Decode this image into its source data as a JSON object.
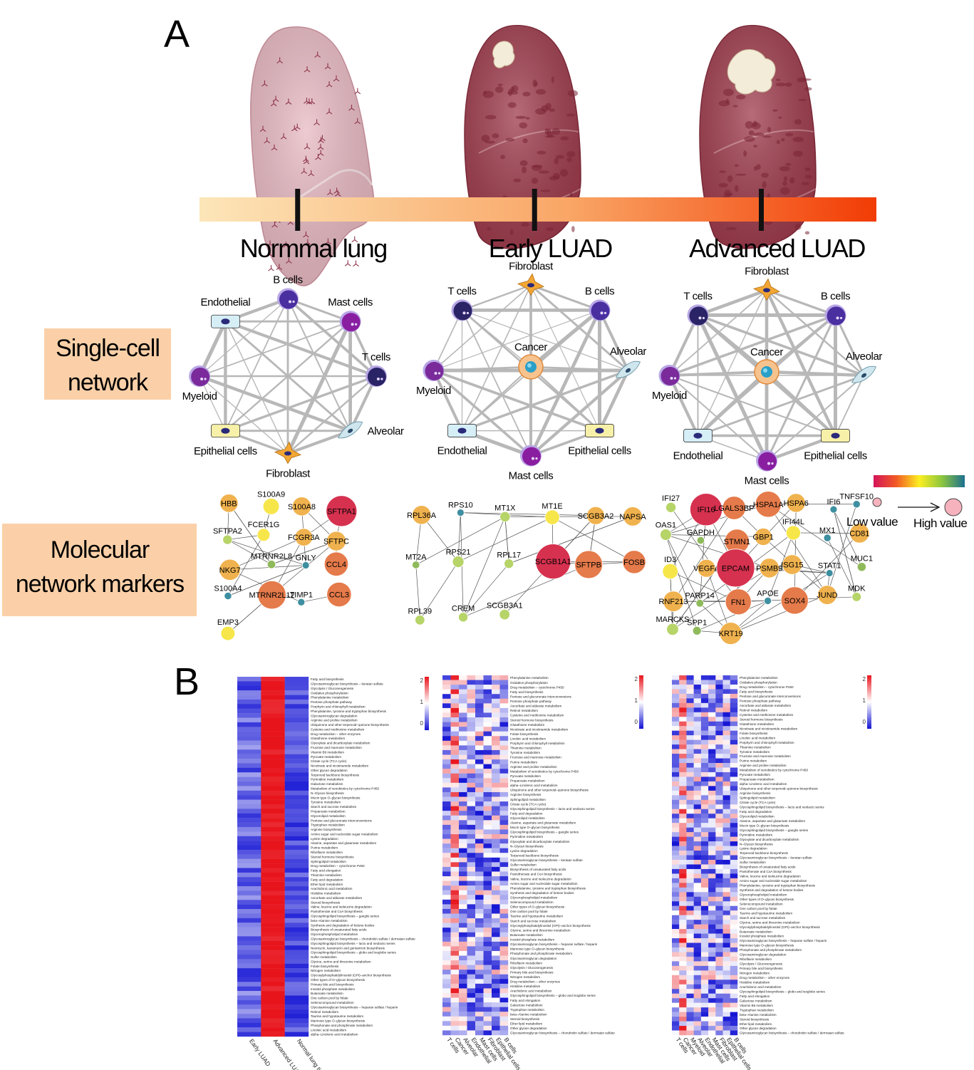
{
  "panel_a": {
    "letter": "A"
  },
  "panel_b": {
    "letter": "B"
  },
  "stages": [
    {
      "label": "Normmal lung",
      "tick": 0.145
    },
    {
      "label": "Early LUAD",
      "tick": 0.495
    },
    {
      "label": "Advanced LUAD",
      "tick": 0.83
    }
  ],
  "sections": {
    "single_cell": [
      "Single-cell",
      "network"
    ],
    "molecular": [
      "Molecular",
      "network markers"
    ]
  },
  "colors": {
    "gradient_start": "#fce6b9",
    "gradient_end": "#f23c05",
    "lung_normal": "#e8b9c2",
    "lung_tumor": "#9e3a4b",
    "box": "#fbd0a8",
    "edge": "#b8b8b8"
  },
  "networks": [
    {
      "nodes": [
        {
          "label": "B cells",
          "type": "round",
          "fill": "#4a2fa0",
          "anchor": "above"
        },
        {
          "label": "Mast cells",
          "type": "round",
          "fill": "#8a1ea0",
          "anchor": "above"
        },
        {
          "label": "T cells",
          "type": "round",
          "fill": "#2a2466",
          "anchor": "above"
        },
        {
          "label": "Alveolar",
          "type": "alveolar",
          "fill": "#cfe6ee",
          "anchor": "right"
        },
        {
          "label": "Fibroblast",
          "type": "star",
          "fill": "#f2a634",
          "anchor": "below"
        },
        {
          "label": "Epithelial cells",
          "type": "rect",
          "fill": "#f7f0a8",
          "anchor": "below"
        },
        {
          "label": "Myeloid",
          "type": "round",
          "fill": "#7a2a9a",
          "anchor": "below"
        },
        {
          "label": "Endothelial",
          "type": "rect",
          "fill": "#d6eef6",
          "anchor": "above"
        }
      ]
    },
    {
      "nodes": [
        {
          "label": "Fibroblast",
          "type": "star",
          "fill": "#f2a634",
          "anchor": "above"
        },
        {
          "label": "B cells",
          "type": "round",
          "fill": "#4a2fa0",
          "anchor": "above"
        },
        {
          "label": "Alveolar",
          "type": "alveolar",
          "fill": "#cfe6ee",
          "anchor": "above"
        },
        {
          "label": "Epithelial cells",
          "type": "rect",
          "fill": "#f7f0a8",
          "anchor": "below"
        },
        {
          "label": "Mast cells",
          "type": "round",
          "fill": "#8a1ea0",
          "anchor": "below"
        },
        {
          "label": "Endothelial",
          "type": "rect",
          "fill": "#d6eef6",
          "anchor": "below"
        },
        {
          "label": "Myeloid",
          "type": "round",
          "fill": "#7a2a9a",
          "anchor": "below"
        },
        {
          "label": "T cells",
          "type": "round",
          "fill": "#2a2466",
          "anchor": "above"
        },
        {
          "label": "Cancer",
          "type": "cancer",
          "fill": "#f2b36b",
          "anchor": "above",
          "center": true
        }
      ]
    },
    {
      "nodes": [
        {
          "label": "Fibroblast",
          "type": "star",
          "fill": "#f2a634",
          "anchor": "above"
        },
        {
          "label": "B cells",
          "type": "round",
          "fill": "#4a2fa0",
          "anchor": "above"
        },
        {
          "label": "Alveolar",
          "type": "alveolar",
          "fill": "#cfe6ee",
          "anchor": "above"
        },
        {
          "label": "Epithelial cells",
          "type": "rect",
          "fill": "#f7f0a8",
          "anchor": "below"
        },
        {
          "label": "Mast cells",
          "type": "round",
          "fill": "#8a1ea0",
          "anchor": "below"
        },
        {
          "label": "Endothelial",
          "type": "rect",
          "fill": "#d6eef6",
          "anchor": "below"
        },
        {
          "label": "Myeloid",
          "type": "round",
          "fill": "#7a2a9a",
          "anchor": "below"
        },
        {
          "label": "T cells",
          "type": "round",
          "fill": "#2a2466",
          "anchor": "above"
        },
        {
          "label": "Cancer",
          "type": "cancer",
          "fill": "#f2b36b",
          "anchor": "above",
          "center": true
        }
      ]
    }
  ],
  "markers": [
    [
      "HBB",
      "S100A9",
      "S100A8",
      "SFTPA1",
      "SFTPA2",
      "FCER1G",
      "FCGR3A",
      "SFTPC",
      "NKG7",
      "MTRNR2L8",
      "GNLY",
      "CCL4",
      "S100A4",
      "MTRNR2L12",
      "TIMP1",
      "CCL3",
      "EMP3"
    ],
    [
      "RPL36A",
      "RPS10",
      "MT1X",
      "MT1E",
      "SCGB3A2",
      "NAPSA",
      "MT2A",
      "RPS21",
      "RPL17",
      "SCGB1A1",
      "SFTPB",
      "FOSB",
      "RPL39",
      "CREM",
      "SCGB3A1"
    ],
    [
      "IFI27",
      "IFI16",
      "LGALS3BP",
      "HSPA1A",
      "HSPA6",
      "IFI6",
      "TNFSF10",
      "OAS1",
      "GAPDH",
      "STMN1",
      "GBP1",
      "IFI44L",
      "MX1",
      "CD81",
      "ID3",
      "VEGFA",
      "EPCAM",
      "PSMB9",
      "ISG15",
      "STAT1",
      "MUC1",
      "RNF213",
      "PARP14",
      "FN1",
      "APOE",
      "SOX4",
      "JUND",
      "MDK",
      "MARCKS",
      "SPP1",
      "KRT19"
    ]
  ],
  "legend": {
    "low": "Low value",
    "high": "High value"
  },
  "heatmaps": [
    {
      "columns": [
        "Early LUAD",
        "Advanced LUAD",
        "Normal lung tissue"
      ],
      "scale_ticks": [
        "2",
        "1",
        "0"
      ],
      "rows": [
        "Fatty acid biosynthesis",
        "Glycosaminoglycan biosynthesis – keratan sulfate",
        "Glycolysis / Gluconeogenesis",
        "Oxidative phosphorylation",
        "Phenylalanine metabolism",
        "Pentose phosphate pathway",
        "Porphyrin and chlorophyll metabolism",
        "Phenylalanine, tyrosine and tryptophan biosynthesis",
        "Glycosaminoglycan degradation",
        "Arginine and proline metabolism",
        "Ubiquinone and other terpenoid–quinone biosynthesis",
        "Cysteine and methionine metabolism",
        "Drug metabolism – other enzymes",
        "Glutathione metabolism",
        "Glyoxylate and dicarboxylate metabolism",
        "Fructose and mannose metabolism",
        "Vitamin B6 metabolism",
        "Pyruvate metabolism",
        "Citrate cycle (TCA cycle)",
        "Nicotinate and nicotinamide metabolism",
        "Other glycan degradation",
        "Terpenoid backbone biosynthesis",
        "Pyrimidine metabolism",
        "Galactose metabolism",
        "Metabolism of xenobiotics by cytochrome P450",
        "N–Glycan biosynthesis",
        "Mucin type O–glycan biosynthesis",
        "Tyrosine metabolism",
        "Starch and sucrose metabolism",
        "Propanoate metabolism",
        "Glycerolipid metabolism",
        "Pentose and glucuronate interconversions",
        "Tryptophan metabolism",
        "Arginine biosynthesis",
        "Amino sugar and nucleotide sugar metabolism",
        "Lysine degradation",
        "Alanine, aspartate and glutamate metabolism",
        "Purine metabolism",
        "Riboflavin metabolism",
        "Steroid hormone biosynthesis",
        "Sphingolipid metabolism",
        "Drug metabolism – cytochrome P450",
        "Fatty acid elongation",
        "Thiamine metabolism",
        "Fatty acid degradation",
        "Ether lipid metabolism",
        "Arachidonic acid metabolism",
        "Histidine metabolism",
        "Ascorbate and aldarate metabolism",
        "Steroid biosynthesis",
        "Valine, leucine and isoleucine degradation",
        "Pantothenate and CoA biosynthesis",
        "Glycosphingolipid biosynthesis – ganglio series",
        "beta–Alanine metabolism",
        "Synthesis and degradation of ketone bodies",
        "Biosynthesis of unsaturated fatty acids",
        "Glycerophospholipid metabolism",
        "Glycosaminoglycan biosynthesis – chondroitin sulfate / dermatan sulfate",
        "Glycosphingolipid biosynthesis – lacto and neolacto series",
        "Neomycin, kanamycin and gentamicin biosynthesis",
        "Glycosphingolipid biosynthesis – globo and isoglobo series",
        "Sulfur metabolism",
        "Glycine, serine and threonine metabolism",
        "Folate biosynthesis",
        "Nitrogen metabolism",
        "Glycosylphosphatidylinositol (GPI)–anchor biosynthesis",
        "Other types of O–glycan biosynthesis",
        "Primary bile acid biosynthesis",
        "Inositol phosphate metabolism",
        "Butanoate metabolism",
        "One carbon pool by folate",
        "Selenocompound metabolism",
        "Glycosaminoglycan biosynthesis – heparan sulfate / heparin",
        "Retinol metabolism",
        "Taurine and hypotaurine metabolism",
        "Mannose type O–glycan biosynthesis",
        "Phosphonate and phosphinate metabolism",
        "Linoleic acid metabolism",
        "alpha–Linolenic acid metabolism"
      ]
    },
    {
      "columns": [
        "T cells",
        "Cancer",
        "Alveolar",
        "Endothelial",
        "Mast cells",
        "Fibroblast",
        "Epithelial cells",
        "B cells"
      ],
      "scale_ticks": [
        "2",
        "1",
        "0"
      ],
      "rows": [
        "Phenylalanine metabolism",
        "Oxidative phosphorylation",
        "Drug metabolism – cytochrome P450",
        "Fatty acid biosynthesis",
        "Pentose and glucuronate interconversions",
        "Pentose phosphate pathway",
        "Ascorbate and aldarate metabolism",
        "Retinol metabolism",
        "Cysteine and methionine metabolism",
        "Steroid hormone biosynthesis",
        "Glutathione metabolism",
        "Nicotinate and nicotinamide metabolism",
        "Folate biosynthesis",
        "Linoleic acid metabolism",
        "Porphyrin and chlorophyll metabolism",
        "Thiamine metabolism",
        "Tyrosine metabolism",
        "Fructose and mannose metabolism",
        "Purine metabolism",
        "Arginine and proline metabolism",
        "Metabolism of xenobiotics by cytochrome P450",
        "Pyruvate metabolism",
        "Propanoate metabolism",
        "alpha–Linolenic acid metabolism",
        "Ubiquinone and other terpenoid–quinone biosynthesis",
        "Arginine biosynthesis",
        "Sphingolipid metabolism",
        "Citrate cycle (TCA cycle)",
        "Glycosphingolipid biosynthesis – lacto and neolacto series",
        "Fatty acid degradation",
        "Glycerolipid metabolism",
        "Alanine, aspartate and glutamate metabolism",
        "Mucin type O–glycan biosynthesis",
        "Glycosphingolipid biosynthesis – ganglio series",
        "Pyrimidine metabolism",
        "Glyoxylate and dicarboxylate metabolism",
        "N–Glycan biosynthesis",
        "Lysine degradation",
        "Terpenoid backbone biosynthesis",
        "Glycosaminoglycan biosynthesis – keratan sulfate",
        "Sulfur metabolism",
        "Biosynthesis of unsaturated fatty acids",
        "Pantothenate and CoA biosynthesis",
        "Valine, leucine and isoleucine degradation",
        "Amino sugar and nucleotide sugar metabolism",
        "Phenylalanine, tyrosine and tryptophan biosynthesis",
        "Synthesis and degradation of ketone bodies",
        "Glycerophospholipid metabolism",
        "Selenocompound metabolism",
        "Other types of O–glycan biosynthesis",
        "One carbon pool by folate",
        "Taurine and hypotaurine metabolism",
        "Starch and sucrose metabolism",
        "Glycosylphosphatidylinositol (GPI)–anchor biosynthesis",
        "Glycine, serine and threonine metabolism",
        "Butanoate metabolism",
        "Inositol phosphate metabolism",
        "Glycosaminoglycan biosynthesis – heparan sulfate / heparin",
        "Mannose type O–glycan biosynthesis",
        "Phosphonate and phosphinate metabolism",
        "Glycosaminoglycan degradation",
        "Riboflavin metabolism",
        "Glycolysis / Gluconeogenesis",
        "Primary bile acid biosynthesis",
        "Nitrogen metabolism",
        "Drug metabolism – other enzymes",
        "Histidine metabolism",
        "Arachidonic acid metabolism",
        "Glycosphingolipid biosynthesis – globo and isoglobo series",
        "Fatty acid elongation",
        "Galactose metabolism",
        "Tryptophan metabolism",
        "beta–Alanine metabolism",
        "Steroid biosynthesis",
        "Ether lipid metabolism",
        "Other glycan degradation",
        "Glycosaminoglycan biosynthesis – chondroitin sulfate / dermatan sulfate"
      ]
    },
    {
      "columns": [
        "T cells",
        "Cancer",
        "Myeloid",
        "Alveolar",
        "Endothelial",
        "Mast cells",
        "Fibroblast",
        "Epithelial cells",
        "B cells"
      ],
      "scale_ticks": [
        "2",
        "1",
        "0"
      ],
      "rows": [
        "Phenylalanine metabolism",
        "Oxidative phosphorylation",
        "Drug metabolism – cytochrome P450",
        "Fatty acid biosynthesis",
        "Pentose and glucuronate interconversions",
        "Pentose phosphate pathway",
        "Ascorbate and aldarate metabolism",
        "Retinol metabolism",
        "Cysteine and methionine metabolism",
        "Steroid hormone biosynthesis",
        "Glutathione metabolism",
        "Nicotinate and nicotinamide metabolism",
        "Folate biosynthesis",
        "Linoleic acid metabolism",
        "Porphyrin and chlorophyll metabolism",
        "Thiamine metabolism",
        "Tyrosine metabolism",
        "Fructose and mannose metabolism",
        "Purine metabolism",
        "Arginine and proline metabolism",
        "Metabolism of xenobiotics by cytochrome P450",
        "Pyruvate metabolism",
        "Propanoate metabolism",
        "alpha–Linolenic acid metabolism",
        "Ubiquinone and other terpenoid–quinone biosynthesis",
        "Arginine biosynthesis",
        "Sphingolipid metabolism",
        "Citrate cycle (TCA cycle)",
        "Glycosphingolipid biosynthesis – lacto and neolacto series",
        "Fatty acid degradation",
        "Glycerolipid metabolism",
        "Alanine, aspartate and glutamate metabolism",
        "Mucin type O–glycan biosynthesis",
        "Glycosphingolipid biosynthesis – ganglio series",
        "Pyrimidine metabolism",
        "Glyoxylate and dicarboxylate metabolism",
        "N–Glycan biosynthesis",
        "Lysine degradation",
        "Terpenoid backbone biosynthesis",
        "Glycosaminoglycan biosynthesis – keratan sulfate",
        "Sulfur metabolism",
        "Biosynthesis of unsaturated fatty acids",
        "Pantothenate and CoA biosynthesis",
        "Valine, leucine and isoleucine degradation",
        "Amino sugar and nucleotide sugar metabolism",
        "Phenylalanine, tyrosine and tryptophan biosynthesis",
        "Synthesis and degradation of ketone bodies",
        "Glycerophospholipid metabolism",
        "Other types of O–glycan biosynthesis",
        "Selenocompound metabolism",
        "One carbon pool by folate",
        "Taurine and hypotaurine metabolism",
        "Starch and sucrose metabolism",
        "Glycine, serine and threonine metabolism",
        "Glycosylphosphatidylinositol (GPI)–anchor biosynthesis",
        "Butanoate metabolism",
        "Inositol phosphate metabolism",
        "Glycosaminoglycan biosynthesis – heparan sulfate / heparin",
        "Mannose type O–glycan biosynthesis",
        "Phosphonate and phosphinate metabolism",
        "Glycosaminoglycan degradation",
        "Riboflavin metabolism",
        "Glycolysis / Gluconeogenesis",
        "Primary bile acid biosynthesis",
        "Nitrogen metabolism",
        "Drug metabolism – other enzymes",
        "Histidine metabolism",
        "Arachidonic acid metabolism",
        "Glycosphingolipid biosynthesis – globo and isoglobo series",
        "Fatty acid elongation",
        "Galactose metabolism",
        "Vitamin B6 metabolism",
        "Tryptophan metabolism",
        "beta–Alanine metabolism",
        "Steroid biosynthesis",
        "Ether lipid metabolism",
        "Other glycan degradation",
        "Glycosaminoglycan biosynthesis – chondroitin sulfate / dermatan sulfate"
      ]
    }
  ]
}
